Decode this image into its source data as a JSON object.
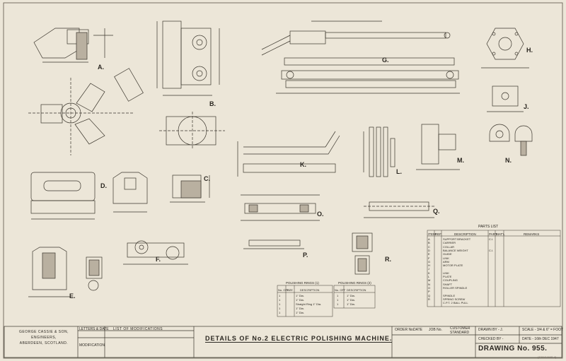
{
  "drawing": {
    "title": "DETAILS OF No.2 ELECTRIC POLISHING MACHINE.",
    "number": "DRAWING No. 955.",
    "company": [
      "GEORGE CASSIE & SON,",
      "ENGINEERS,",
      "ABERDEEN, SCOTLAND."
    ],
    "modifications_title": "LIST OF MODIFICATIONS",
    "letter_date_label": "LETTERS & DATE",
    "modification_label": "MODIFICATION",
    "order_label": "ORDER No.",
    "date_label": "DATE",
    "job_label": "JOB No.",
    "customer_label": "CUSTOMER",
    "customer_value": "STANDARD",
    "drawn_by": "DRAWN BY - J.",
    "checked_by": "CHECKED BY -",
    "scale": "SCALE - 3/4 & 6\" = FOOT",
    "date": "DATE - 16th DEC 1947",
    "stamp": "(12/1/1/4/40-4)"
  },
  "parts": {
    "A": "A.",
    "B": "B.",
    "C": "C.",
    "D": "D.",
    "E": "E.",
    "F": "F.",
    "G": "G.",
    "H": "H.",
    "J": "J.",
    "K": "K.",
    "L": "L.",
    "M": "M.",
    "N": "N.",
    "O": "O.",
    "P": "P.",
    "Q": "Q.",
    "R": "R."
  },
  "parts_list": {
    "title": "PARTS LIST",
    "headers": [
      "ITEM",
      "REF",
      "DESCRIPTION",
      "PART",
      "MAT'L",
      "REMARKS"
    ],
    "rows": [
      [
        "A",
        "",
        "SUPPORT BRACKET",
        "C.I.",
        "",
        ""
      ],
      [
        "B",
        "",
        "CARRIER",
        "",
        "",
        ""
      ],
      [
        "C",
        "",
        "COLLAR",
        "",
        "",
        ""
      ],
      [
        "D",
        "",
        "BALANCE WEIGHT",
        "C.I.",
        "",
        ""
      ],
      [
        "E",
        "",
        "GUIDE",
        "",
        "",
        ""
      ],
      [
        "F",
        "",
        "LINK",
        "",
        "",
        ""
      ],
      [
        "G",
        "",
        "ARM",
        "",
        "",
        ""
      ],
      [
        "H",
        "",
        "MOTOR PLATE",
        "",
        "",
        ""
      ],
      [
        "J",
        "",
        "",
        "",
        "",
        ""
      ],
      [
        "K",
        "",
        "LINK",
        "",
        "",
        ""
      ],
      [
        "L",
        "",
        "PLATE",
        "",
        "",
        ""
      ],
      [
        "M",
        "",
        "COUPLING",
        "",
        "",
        ""
      ],
      [
        "N",
        "",
        "SHAFT",
        "",
        "",
        ""
      ],
      [
        "O",
        "",
        "ROLLER SPINDLE",
        "",
        "",
        ""
      ],
      [
        "P",
        "",
        "",
        "",
        "",
        ""
      ],
      [
        "Q",
        "",
        "SPINDLE",
        "",
        "",
        ""
      ],
      [
        "R",
        "",
        "SPRING SCREW",
        "",
        "",
        ""
      ],
      [
        "",
        "",
        "C.P.T. 2 BALL PULL",
        "",
        "",
        ""
      ]
    ]
  },
  "polishing_table_1": {
    "title": "POLISHING RINGS (1)",
    "headers": [
      "No. OFF",
      "SIZE",
      "DESCRIPTION"
    ],
    "rows": [
      [
        "1",
        "",
        "1\" Dia."
      ],
      [
        "1",
        "",
        "1\" Dia."
      ],
      [
        "1",
        "",
        "Straight Ring 1\" Dia."
      ],
      [
        "1",
        "",
        "1\" Dia."
      ],
      [
        "1",
        "",
        "1\" Dia."
      ]
    ]
  },
  "polishing_table_2": {
    "title": "POLISHING RINGS (2)",
    "headers": [
      "No. OFF",
      "DESCRIPTION"
    ],
    "rows": [
      [
        "1",
        "1\" Dia."
      ],
      [
        "1",
        "1\" Dia."
      ],
      [
        "1",
        "1\" Dia."
      ]
    ]
  },
  "colors": {
    "paper": "#ece6d8",
    "ink": "#2a2620",
    "faint": "#6d655a"
  }
}
